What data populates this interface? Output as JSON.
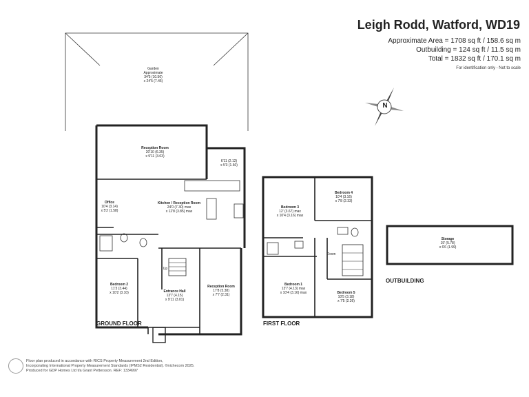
{
  "header": {
    "title": "Leigh Rodd, Watford, WD19",
    "approx_area": "Approximate Area = 1708 sq ft / 158.6 sq m",
    "outbuilding_area": "Outbuilding = 124 sq ft / 11.5 sq m",
    "total_area": "Total = 1832 sq ft / 170.1 sq m",
    "disclaimer": "For identification only - Not to scale"
  },
  "compass": {
    "letter": "N"
  },
  "rooms": {
    "garden": {
      "name": "Garden",
      "l1": "Approximate",
      "l2": "34'5 (10.50)",
      "l3": "x 24'5 (7.45)"
    },
    "reception1": {
      "name": "Reception Room",
      "l1": "20'10 (6.35)",
      "l2": "x 9'11 (3.03)"
    },
    "utility": {
      "l1": "6'11 (2.12)",
      "l2": "x 5'3 (1.60)"
    },
    "office": {
      "name": "Office",
      "l1": "10'4 (3.14)",
      "l2": "x 5'2 (1.58)"
    },
    "kitchen": {
      "name": "Kitchen / Reception Room",
      "l1": "24'0 (7.30) max",
      "l2": "x 12'8 (3.85) max"
    },
    "bedroom2": {
      "name": "Bedroom 2",
      "l1": "11'3 (3.44)",
      "l2": "x 10'2 (3.10)"
    },
    "hall": {
      "name": "Entrance Hall",
      "l1": "13'7 (4.15)",
      "l2": "x 9'11 (3.01)"
    },
    "reception2": {
      "name": "Reception Room",
      "l1": "17'8 (5.38)",
      "l2": "x 7'7 (2.31)"
    },
    "bedroom3": {
      "name": "Bedroom 3",
      "l1": "12' (3.67) max",
      "l2": "x 10'4 (3.16) max"
    },
    "bedroom4": {
      "name": "Bedroom 4",
      "l1": "10'4 (3.16)",
      "l2": "x 7'8 (2.33)"
    },
    "bedroom1": {
      "name": "Bedroom 1",
      "l1": "13'7 (4.13) max",
      "l2": "x 10'4 (3.16) max"
    },
    "bedroom5": {
      "name": "Bedroom 5",
      "l1": "10'5 (3.18)",
      "l2": "x 7'5 (2.26)"
    },
    "storage": {
      "name": "Storage",
      "l1": "19' (5.78)",
      "l2": "x 6'6 (1.99)"
    }
  },
  "markers": {
    "up": "Up",
    "down": "Down"
  },
  "floors": {
    "ground": "GROUND FLOOR",
    "first": "FIRST FLOOR",
    "outbuilding": "OUTBUILDING"
  },
  "footer": {
    "l1": "Floor plan produced in accordance with RICS Property Measurement 2nd Edition,",
    "l2": "Incorporating International Property Measurement Standards (IPMS2 Residential). ©nichecom 2025.",
    "l3": "Produced for GDP Homes Ltd t/a Grant Pettersson.   REF: 1334997"
  }
}
